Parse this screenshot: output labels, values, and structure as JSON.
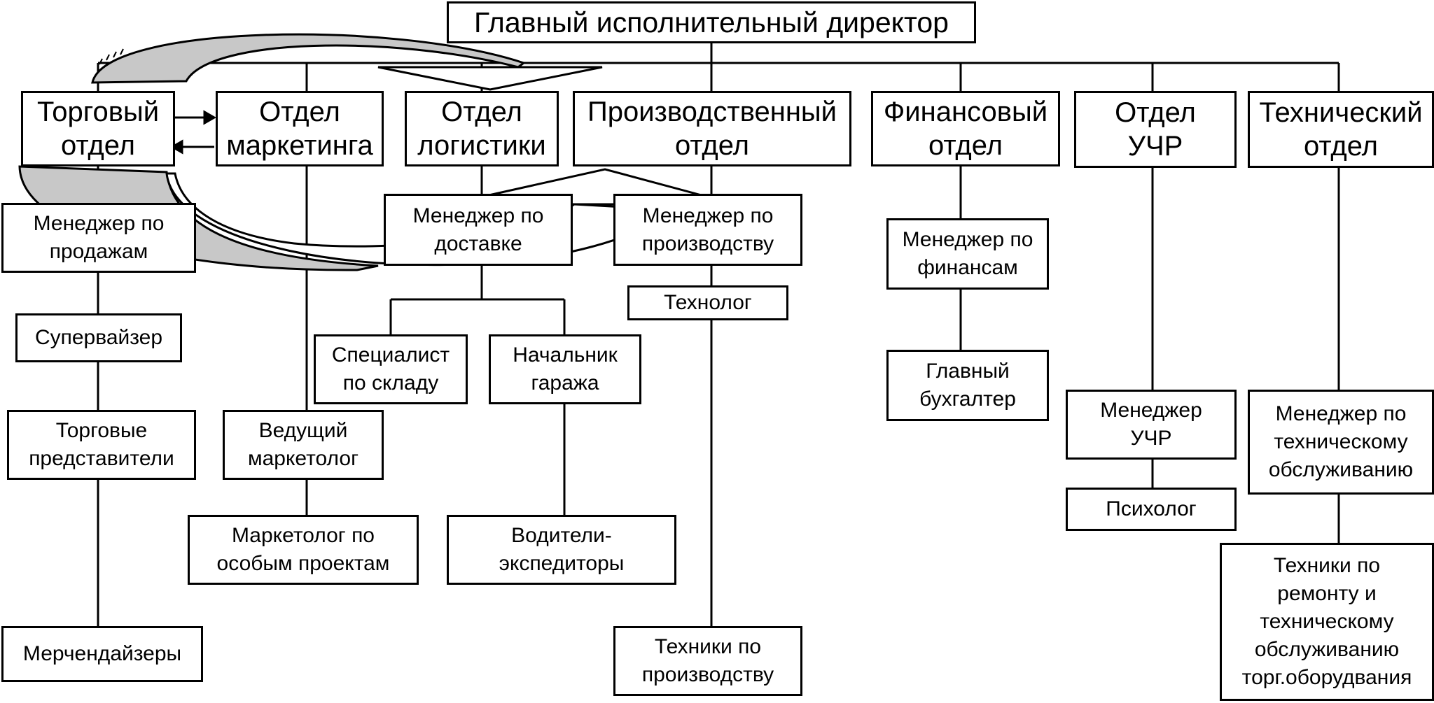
{
  "org_chart": {
    "ceo": "Главный исполнительный директор",
    "departments": [
      "Торговый\nотдел",
      "Отдел\nмаркетинга",
      "Отдел\nлогистики",
      "Производственный\nотдел",
      "Финансовый\nотдел",
      "Отдел\nУЧР",
      "Технический\nотдел"
    ],
    "sales": [
      "Менеджер по\nпродажам",
      "Супервайзер",
      "Торговые\nпредставители",
      "Мерчендайзеры"
    ],
    "marketing": [
      "Ведущий\nмаркетолог",
      "Маркетолог по\nособым проектам"
    ],
    "logistics": [
      "Менеджер по\nдоставке",
      "Специалист\nпо складу",
      "Начальник\nгаража",
      "Водители-\nэкспедиторы"
    ],
    "production": [
      "Менеджер по\nпроизводству",
      "Технолог",
      "Техники по\nпроизводству"
    ],
    "finance": [
      "Менеджер по\nфинансам",
      "Главный\nбухгалтер"
    ],
    "hr": [
      "Менеджер\nУЧР",
      "Психолог"
    ],
    "technical": [
      "Менеджер по\nтехническому\nобслуживанию",
      "Техники по\nремонту и\nтехническому\nобслуживанию\nторг.оборудвания"
    ]
  },
  "colors": {
    "line": "#000000",
    "arrow_fill": "#c8c8c8",
    "arrow_fill_light": "#ffffff"
  }
}
